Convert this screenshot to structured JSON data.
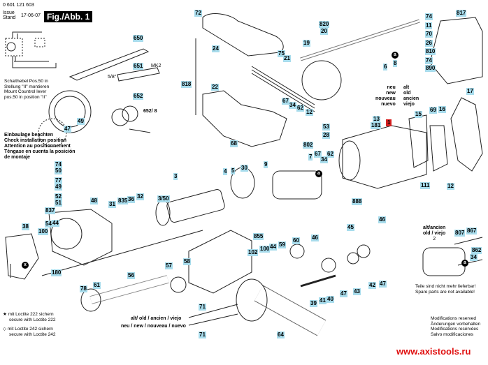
{
  "header": {
    "part_number": "0 601 121 603",
    "issue_label_1": "Issue",
    "issue_label_2": "Stand",
    "issue_date": "17-06-07",
    "figure": "Fig./Abb. 1"
  },
  "notes": {
    "control_lever": [
      "Schalthebel Pos.50 in",
      "Stellung \"II\" montieren",
      "Mount Countrol lever",
      "pos.50 in position \"II\""
    ],
    "installation": [
      "Einbaulage beachten",
      "Check installation position",
      "Attention au positionnement",
      "Téngase en cuenta la posición",
      "de montaje"
    ],
    "loctite_222": [
      "mit Loctite 222 sichern",
      "secure with Loctite 222"
    ],
    "loctite_242": [
      "mit Loctite 242 sichern",
      "secure with Loctite 242"
    ],
    "new_brush": [
      "neu",
      "new",
      "nouveau",
      "nuevo"
    ],
    "old_brush": [
      "alt",
      "old",
      "ancien",
      "viejo"
    ],
    "old_armature": [
      "alt/ancien",
      "old / viejo",
      "2"
    ],
    "not_available": [
      "Teile sind nicht mehr lieferbar!",
      "Spare parts are not available!"
    ],
    "screw_old": "alt/ old / ancien / viejo",
    "screw_new": "neu / new / nouveau / nuevo",
    "modifications": [
      "Modifications reserved",
      "Änderungen vorbehalten",
      "Modifications resérvées",
      "Salvo modificaciones"
    ],
    "mk2": "MK2",
    "size": "5/8\"",
    "chuck_key": "652/ 8",
    "marker_a": "a"
  },
  "website": "www.axistools.ru",
  "colors": {
    "label_bg": "#a8dcec",
    "highlight": "#d62020",
    "url": "#e01010"
  },
  "callouts": [
    "72",
    "650",
    "651",
    "652",
    "24",
    "818",
    "22",
    "68",
    "75",
    "21",
    "19",
    "820",
    "20",
    "67",
    "34",
    "62",
    "12",
    "74",
    "11",
    "70",
    "26",
    "810",
    "74",
    "890",
    "6",
    "8",
    "817",
    "17",
    "53",
    "28",
    "13",
    "181",
    "1",
    "802",
    "7",
    "67",
    "34",
    "62",
    "15",
    "69",
    "16",
    "111",
    "12",
    "888",
    "49",
    "47",
    "74",
    "50",
    "77",
    "49",
    "52",
    "51",
    "48",
    "837",
    "54",
    "44",
    "38",
    "100",
    "180",
    "31",
    "835",
    "36",
    "32",
    "3",
    "3/50",
    "4",
    "5",
    "30",
    "9",
    "855",
    "102",
    "100",
    "44",
    "59",
    "60",
    "46",
    "45",
    "46",
    "39",
    "41",
    "40",
    "47",
    "43",
    "42",
    "47",
    "56",
    "57",
    "58",
    "78",
    "61",
    "71",
    "71",
    "64",
    "807",
    "867",
    "862",
    "34"
  ]
}
